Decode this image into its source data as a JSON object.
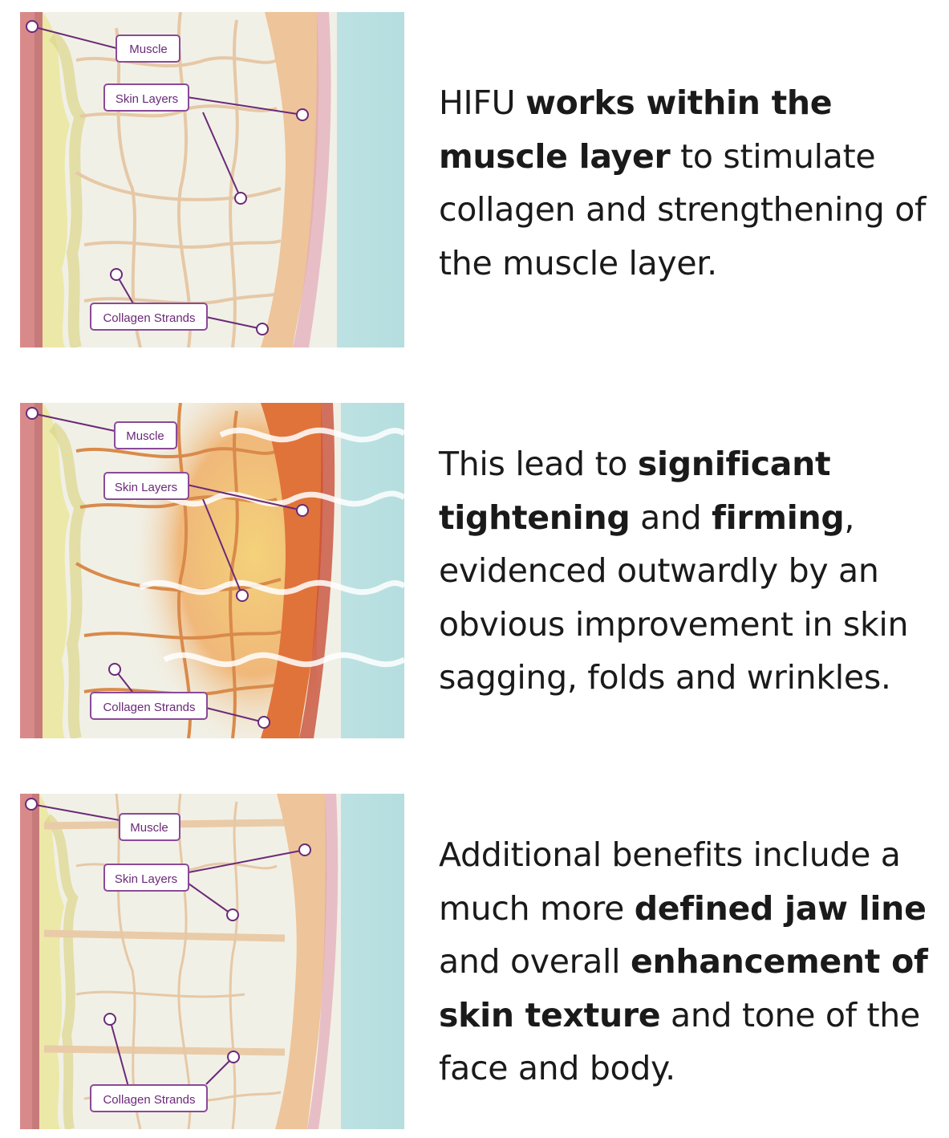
{
  "colors": {
    "label_text": "#6a2a78",
    "label_border": "#8a4a98",
    "body_text": "#1a1a1a",
    "muscle": "#d98a8a",
    "fat": "#ece8a8",
    "collagen": "#e9c9a8",
    "dermis_band": "#eec49a",
    "bg_cyan": "#bfe3e4",
    "heated_orange": "#e0733a"
  },
  "panels": [
    {
      "labels": {
        "muscle": "Muscle",
        "skin_layers": "Skin Layers",
        "collagen_strands": "Collagen Strands"
      },
      "paragraph": [
        {
          "text": "HIFU ",
          "bold": false
        },
        {
          "text": "works within the muscle layer",
          "bold": true
        },
        {
          "text": " to stimulate collagen and strengthening of the muscle layer.",
          "bold": false
        }
      ]
    },
    {
      "labels": {
        "muscle": "Muscle",
        "skin_layers": "Skin Layers",
        "collagen_strands": "Collagen Strands"
      },
      "paragraph": [
        {
          "text": "This lead to ",
          "bold": false
        },
        {
          "text": "significant tightening",
          "bold": true
        },
        {
          "text": " and ",
          "bold": false
        },
        {
          "text": "firming",
          "bold": true
        },
        {
          "text": ", evidenced outwardly by an obvious improvement in skin sagging, folds and wrinkles.",
          "bold": false
        }
      ]
    },
    {
      "labels": {
        "muscle": "Muscle",
        "skin_layers": "Skin Layers",
        "collagen_strands": "Collagen Strands"
      },
      "paragraph": [
        {
          "text": "Additional benefits include a much more ",
          "bold": false
        },
        {
          "text": "defined jaw line",
          "bold": true
        },
        {
          "text": " and overall ",
          "bold": false
        },
        {
          "text": "enhancement of skin texture",
          "bold": true
        },
        {
          "text": " and tone of the face and body.",
          "bold": false
        }
      ]
    }
  ]
}
